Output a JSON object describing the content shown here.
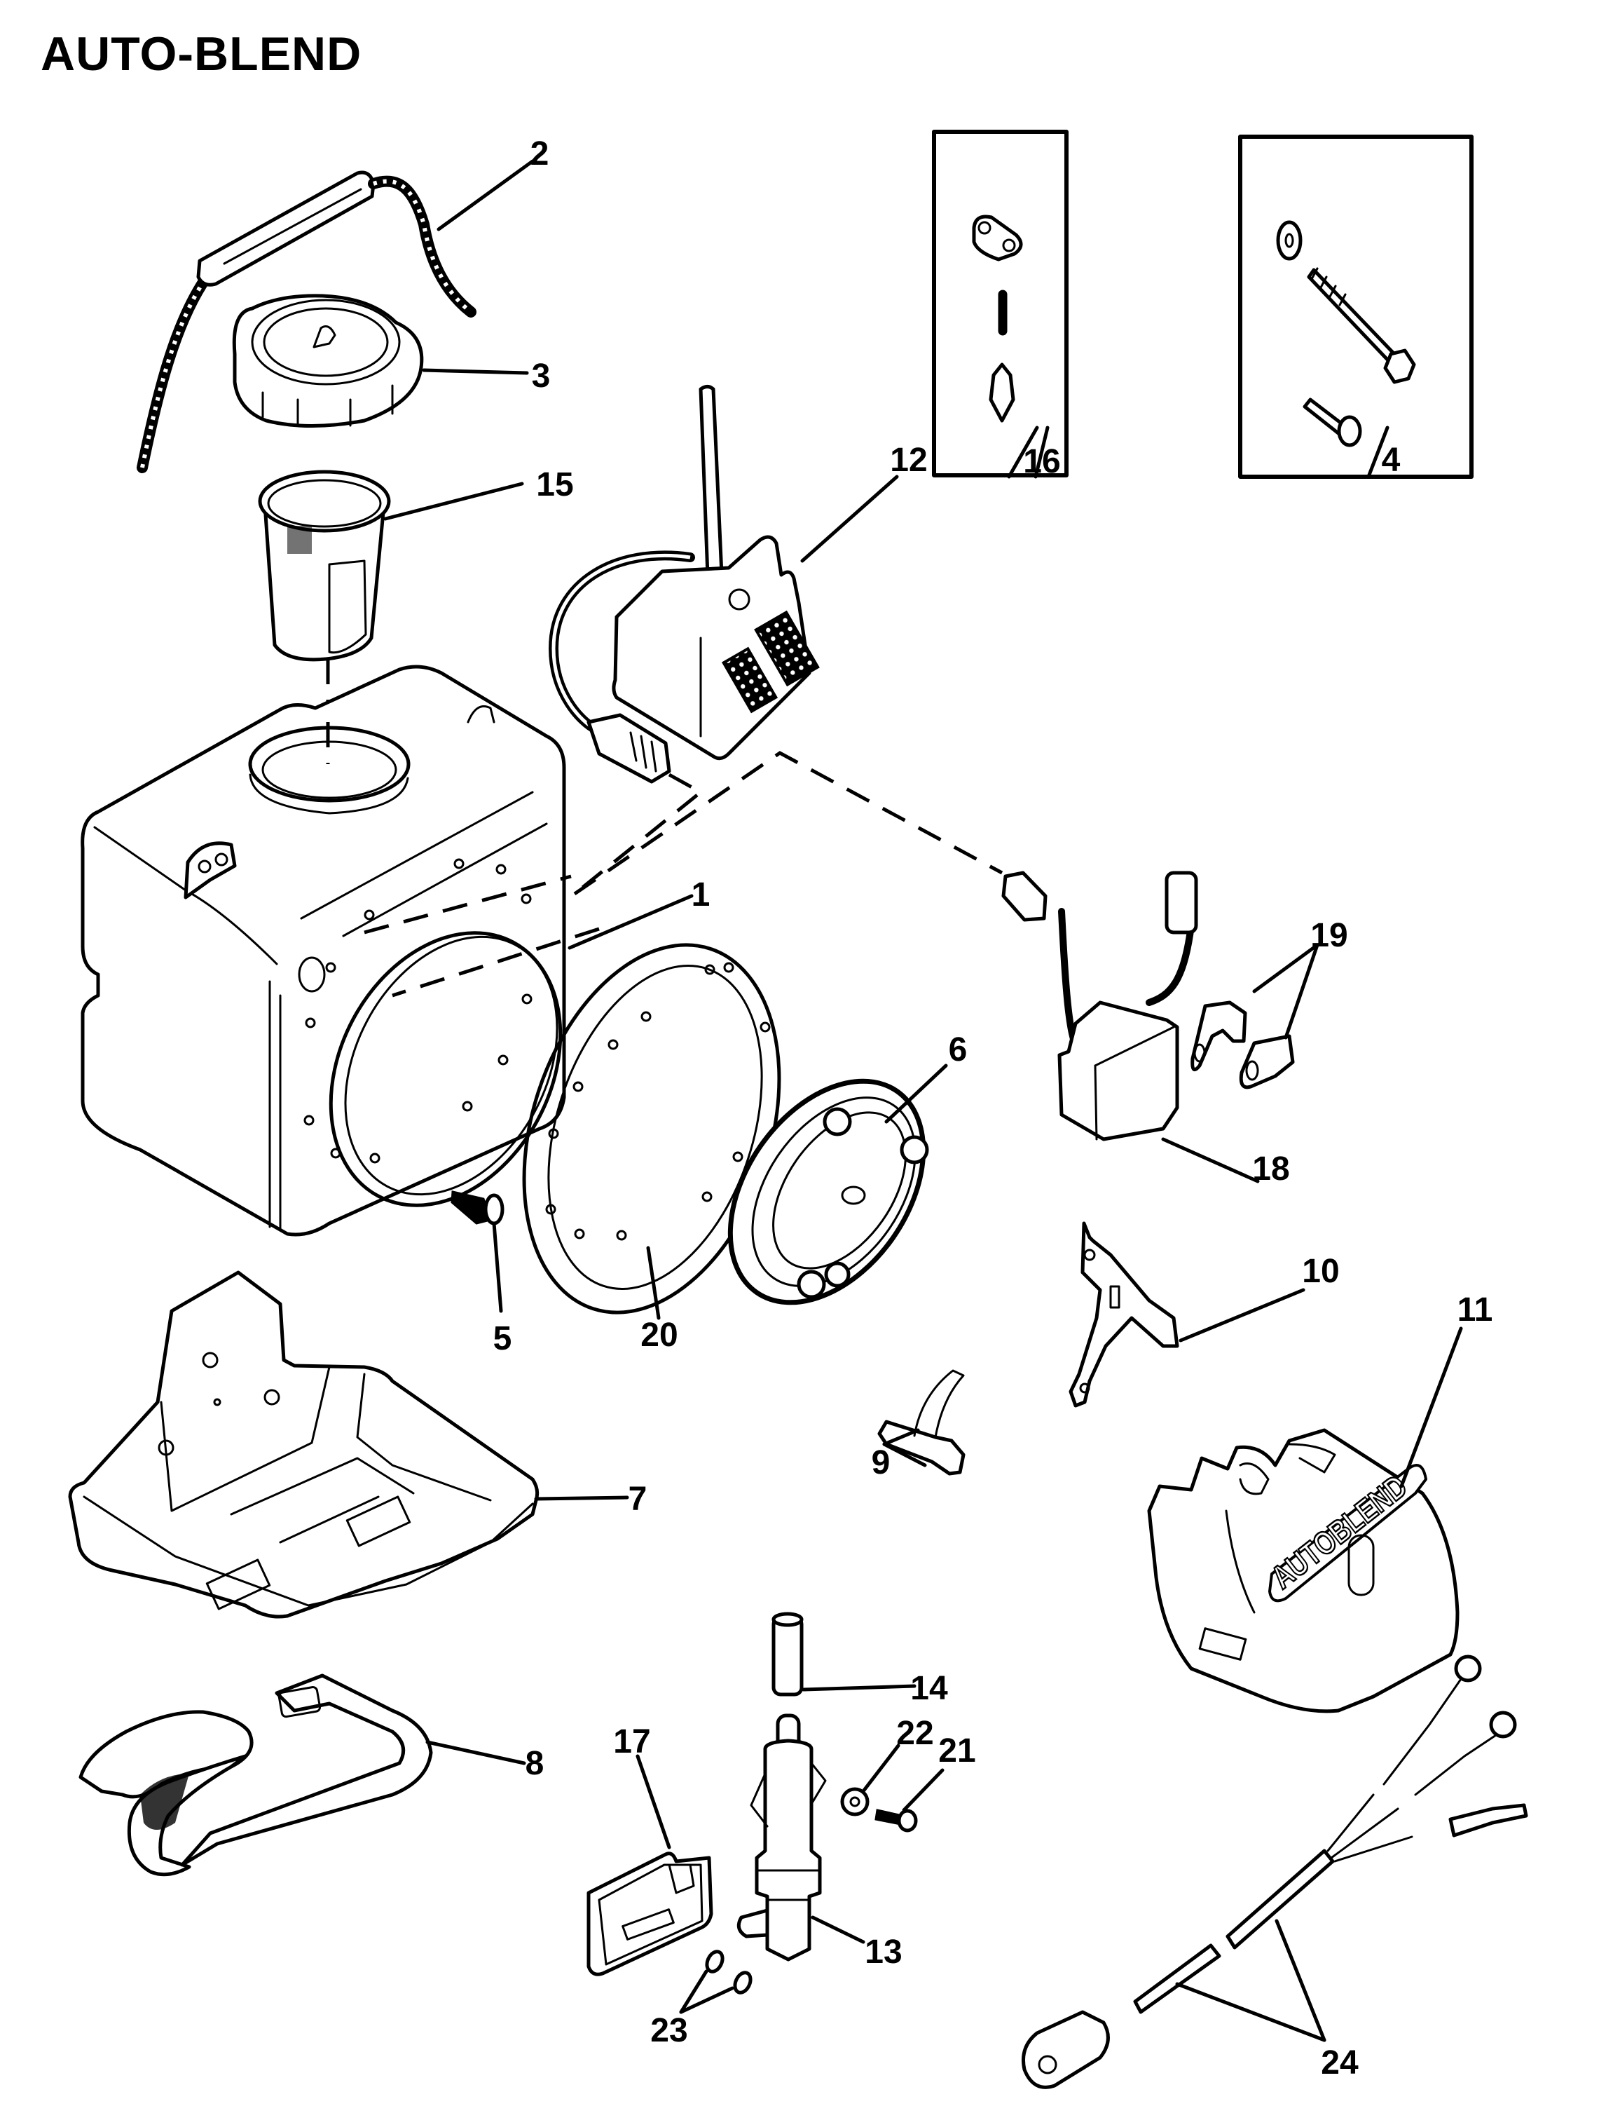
{
  "title": "AUTO-BLEND",
  "callouts": {
    "c1": "1",
    "c2": "2",
    "c3": "3",
    "c4": "4",
    "c5": "5",
    "c6": "6",
    "c7": "7",
    "c8": "8",
    "c9": "9",
    "c10": "10",
    "c11": "11",
    "c12": "12",
    "c13": "13",
    "c14": "14",
    "c15": "15",
    "c16": "16",
    "c17": "17",
    "c18": "18",
    "c19": "19",
    "c20": "20",
    "c21": "21",
    "c22": "22",
    "c23": "23",
    "c24": "24"
  },
  "cover_logo_text": "AUTOBLEND",
  "parts": [
    {
      "ref": "1",
      "name": "oil-tank"
    },
    {
      "ref": "2",
      "name": "cap-strap"
    },
    {
      "ref": "3",
      "name": "fill-cap"
    },
    {
      "ref": "4",
      "name": "mounting-hardware-kit"
    },
    {
      "ref": "5",
      "name": "screw"
    },
    {
      "ref": "6",
      "name": "diaphragm"
    },
    {
      "ref": "7",
      "name": "tank-tray"
    },
    {
      "ref": "8",
      "name": "hold-down-strap"
    },
    {
      "ref": "9",
      "name": "clip"
    },
    {
      "ref": "10",
      "name": "bracket"
    },
    {
      "ref": "11",
      "name": "cover"
    },
    {
      "ref": "12",
      "name": "oil-level-sensor"
    },
    {
      "ref": "13",
      "name": "valve-assembly"
    },
    {
      "ref": "14",
      "name": "hose"
    },
    {
      "ref": "15",
      "name": "filter-screen"
    },
    {
      "ref": "16",
      "name": "hardware-kit"
    },
    {
      "ref": "17",
      "name": "gasket-plate"
    },
    {
      "ref": "18",
      "name": "warning-module"
    },
    {
      "ref": "19",
      "name": "terminal-brackets"
    },
    {
      "ref": "20",
      "name": "gasket"
    },
    {
      "ref": "21",
      "name": "screw"
    },
    {
      "ref": "22",
      "name": "washer"
    },
    {
      "ref": "23",
      "name": "o-rings"
    },
    {
      "ref": "24",
      "name": "wiring-harness"
    }
  ]
}
